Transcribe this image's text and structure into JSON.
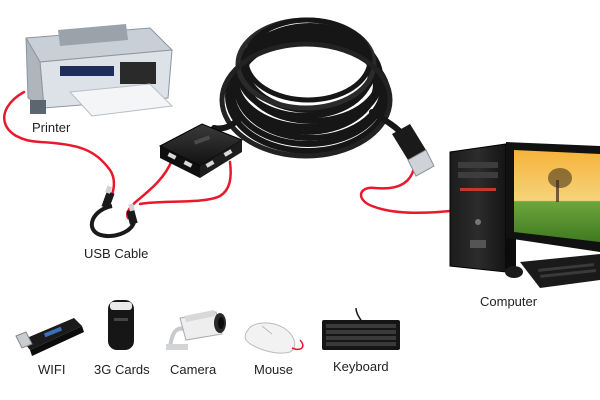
{
  "labels": {
    "printer": "Printer",
    "usb_cable": "USB Cable",
    "computer": "Computer",
    "wifi": "WIFI",
    "cards_3g": "3G Cards",
    "camera": "Camera",
    "mouse": "Mouse",
    "keyboard": "Keyboard"
  },
  "colors": {
    "cable_red": "#e8192c",
    "device_black": "#151515",
    "label_text": "#222222"
  },
  "icons": {
    "printer": "printer-icon",
    "hub": "usb-hub-icon",
    "coiled_cable": "coiled-cable-icon",
    "computer": "desktop-computer-icon",
    "wifi": "wifi-dongle-icon",
    "cards_3g": "3g-card-icon",
    "camera": "camera-icon",
    "mouse": "mouse-icon",
    "keyboard": "keyboard-icon"
  }
}
